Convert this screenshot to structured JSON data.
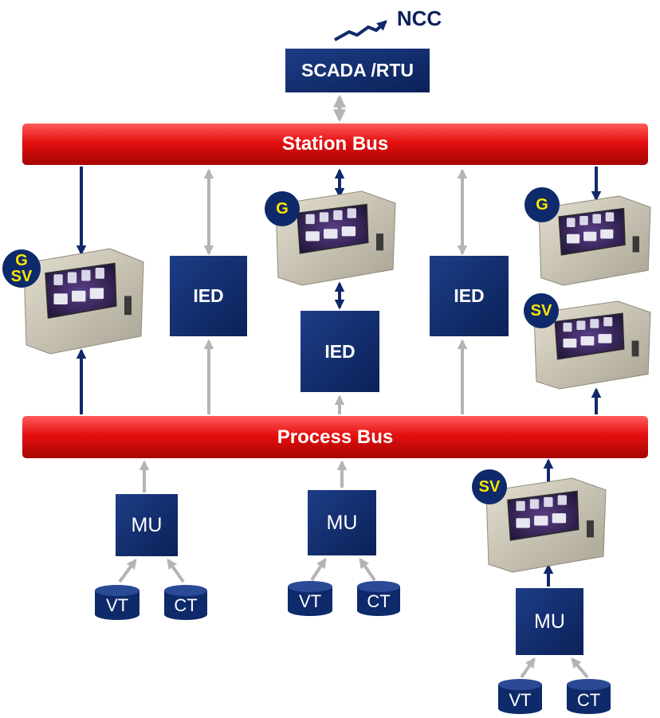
{
  "ncc": "NCC",
  "scada": "SCADA /RTU",
  "station_bus": "Station Bus",
  "process_bus": "Process Bus",
  "ied": [
    "IED",
    "IED",
    "IED"
  ],
  "mu": [
    "MU",
    "MU",
    "MU"
  ],
  "vt": [
    "VT",
    "VT",
    "VT"
  ],
  "ct": [
    "CT",
    "CT",
    "CT"
  ],
  "badges": {
    "g_sv_top": "G",
    "g_sv_bottom": "SV",
    "g_center": "G",
    "g_right": "G",
    "sv_right": "SV",
    "sv_bottom_right": "SV"
  },
  "colors": {
    "box_navy": "#0e2a6b",
    "bus_red": "#e51010",
    "arrow_navy": "#10296a",
    "arrow_gray": "#b4b4b4",
    "badge_yellow": "#ffe400"
  }
}
